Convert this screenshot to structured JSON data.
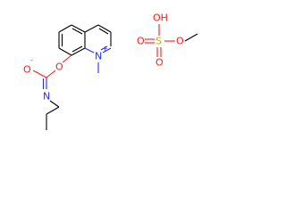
{
  "structure": {
    "atoms": {
      "o_ester": "O",
      "o_carbonyl": "O",
      "o_carbonyl_charge": "-",
      "n_amide": "N",
      "n_quinolinium": "N",
      "n_quinolinium_charge": "+"
    }
  },
  "counterion": {
    "atoms": {
      "o_top": "OH",
      "s_center": "S",
      "o_methoxy": "O",
      "o_left": "O",
      "o_bottom": "O"
    }
  },
  "colors": {
    "oxygen": "#ff1a1a",
    "nitrogen": "#2b2bff",
    "sulfur": "#b8b800",
    "bond": "#000000",
    "background": "#ffffff"
  }
}
